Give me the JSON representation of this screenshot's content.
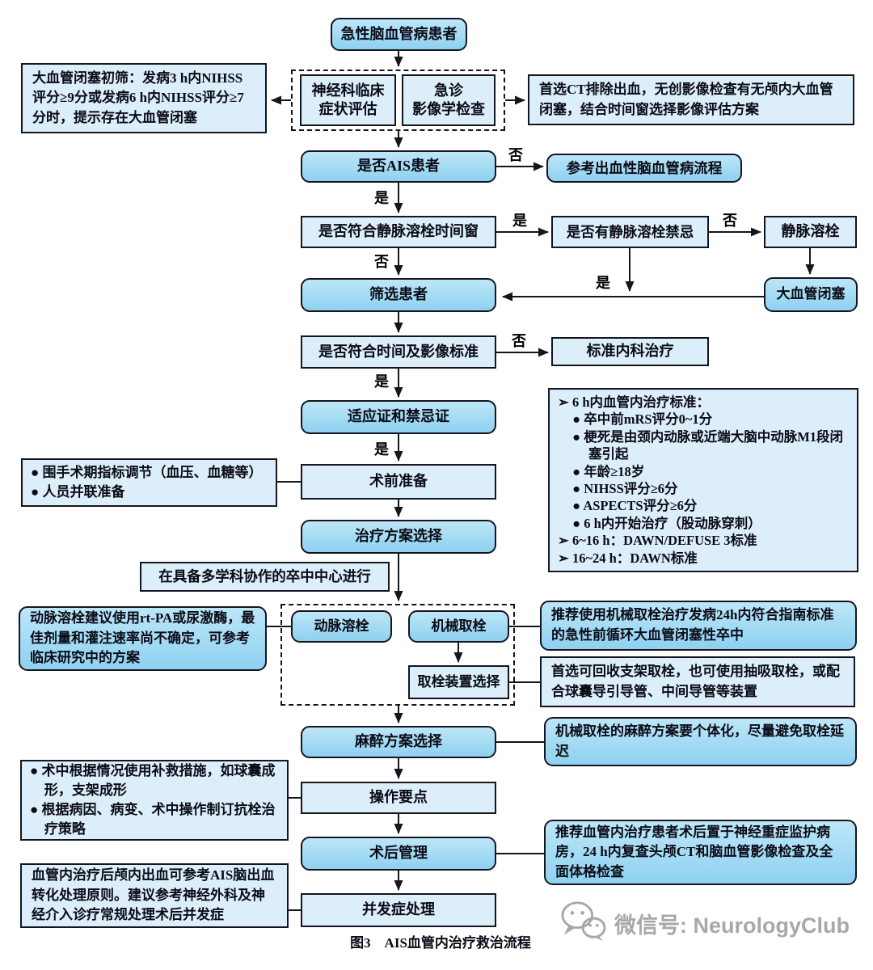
{
  "labels": {
    "yes": "是",
    "no": "否"
  },
  "caption": "图3　AIS血管内治疗救治流程",
  "watermark": "微信号: NeurologyClub",
  "colors": {
    "stage_fill_top": "#bde6f8",
    "stage_fill_bottom": "#8ed1f0",
    "plain_fill": "#dbeefa",
    "border": "#15151f",
    "watermark_gray": "#a8a8a8"
  },
  "nodes": {
    "start": {
      "label": "急性脑血管病患者"
    },
    "clinical_eval": {
      "label": "神经科临床\n症状评估"
    },
    "imaging_exam": {
      "label": "急诊\n影像学检查"
    },
    "lvo_screen_note": {
      "label": "大血管闭塞初筛：发病3 h内NIHSS评分≥9分或发病6 h内NIHSS评分≥7分时，提示存在大血管闭塞"
    },
    "ct_note": {
      "label": "首选CT排除出血，无创影像检查有无颅内大血管闭塞，结合时间窗选择影像评估方案"
    },
    "is_ais": {
      "label": "是否AIS患者"
    },
    "hemorrhage_ref": {
      "label": "参考出血性脑血管病流程"
    },
    "iv_window": {
      "label": "是否符合静脉溶栓时间窗"
    },
    "iv_contra": {
      "label": "是否有静脉溶栓禁忌"
    },
    "iv_thrombolysis": {
      "label": "静脉溶栓"
    },
    "lvo": {
      "label": "大血管闭塞"
    },
    "screen": {
      "label": "筛选患者"
    },
    "time_imaging": {
      "label": "是否符合时间及影像标准"
    },
    "standard_medical": {
      "label": "标准内科治疗"
    },
    "indication": {
      "label": "适应证和禁忌证"
    },
    "criteria": {
      "lines": [
        {
          "t": "➢ 6 h内血管内治疗标准：",
          "cls": "l0"
        },
        {
          "t": "● 卒中前mRS评分0~1分",
          "cls": "l1"
        },
        {
          "t": "● 梗死是由颈内动脉或近端大脑中动脉M1段闭塞引起",
          "cls": "l1"
        },
        {
          "t": "● 年龄≥18岁",
          "cls": "l1"
        },
        {
          "t": "● NIHSS评分≥6分",
          "cls": "l1"
        },
        {
          "t": "● ASPECTS评分≥6分",
          "cls": "l1"
        },
        {
          "t": "● 6 h内开始治疗（股动脉穿刺）",
          "cls": "l1"
        },
        {
          "t": "➢ 6~16 h：DAWN/DEFUSE 3标准",
          "cls": "l0"
        },
        {
          "t": "➢ 16~24 h：DAWN标准",
          "cls": "l0"
        }
      ]
    },
    "preop_note": {
      "lines": [
        {
          "t": "● 围手术期指标调节（血压、血糖等）",
          "cls": "hang"
        },
        {
          "t": "● 人员并联准备",
          "cls": "hang"
        }
      ]
    },
    "pre_op": {
      "label": "术前准备"
    },
    "plan": {
      "label": "治疗方案选择"
    },
    "stroke_center": {
      "label": "在具备多学科协作的卒中中心进行"
    },
    "ia_note": {
      "label": "动脉溶栓建议使用rt-PA或尿激酶，最佳剂量和灌注速率尚不确定，可参考临床研究中的方案"
    },
    "ia_thrombolysis": {
      "label": "动脉溶栓"
    },
    "thrombectomy": {
      "label": "机械取栓"
    },
    "device_select": {
      "label": "取栓装置选择"
    },
    "mt_note": {
      "label": "推荐使用机械取栓治疗发病24h内符合指南标准的急性前循环大血管闭塞性卒中"
    },
    "device_note": {
      "label": "首选可回收支架取栓，也可使用抽吸取栓，或配合球囊导引导管、中间导管等装置"
    },
    "anesthesia": {
      "label": "麻醉方案选择"
    },
    "anesthesia_note": {
      "label": "机械取栓的麻醉方案要个体化，尽量避免取栓延迟"
    },
    "keypoints_note": {
      "lines": [
        {
          "t": "● 术中根据情况使用补救措施，如球囊成形，支架成形",
          "cls": "hang"
        },
        {
          "t": "● 根据病因、病变、术中操作制订抗栓治疗策略",
          "cls": "hang"
        }
      ]
    },
    "key_points": {
      "label": "操作要点"
    },
    "post_op": {
      "label": "术后管理"
    },
    "post_op_note": {
      "label": "推荐血管内治疗患者术后置于神经重症监护病房，24 h内复查头颅CT和脑血管影像检查及全面体格检查"
    },
    "complication_note": {
      "label": "血管内治疗后颅内出血可参考AIS脑出血转化处理原则。建议参考神经外科及神经介入诊疗常规处理术后并发症"
    },
    "complication": {
      "label": "并发症处理"
    }
  }
}
